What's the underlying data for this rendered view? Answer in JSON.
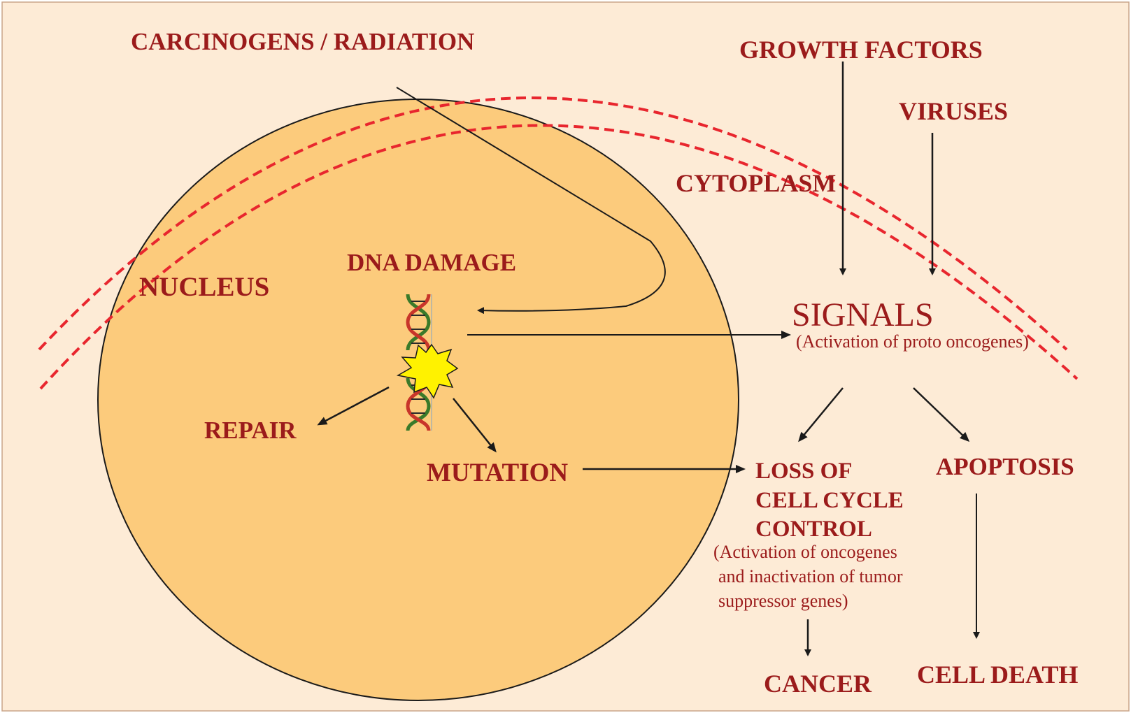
{
  "colors": {
    "background": "#fdebd6",
    "nucleus_fill": "#fccb7c",
    "text": "#9b1b1b",
    "membrane": "#e8262e",
    "arrow": "#1a1a1a",
    "burst": "#fff200"
  },
  "labels": {
    "carcinogens": "CARCINOGENS / RADIATION",
    "growth_factors": "GROWTH FACTORS",
    "viruses": "VIRUSES",
    "cytoplasm": "CYTOPLASM",
    "nucleus": "NUCLEUS",
    "dna_damage": "DNA DAMAGE",
    "signals": "SIGNALS",
    "signals_sub": "(Activation of proto oncogenes)",
    "repair": "REPAIR",
    "mutation": "MUTATION",
    "loss_line1": "LOSS OF",
    "loss_line2": "CELL CYCLE",
    "loss_line3": "CONTROL",
    "loss_sub1": "(Activation of oncogenes",
    "loss_sub2": "and inactivation of tumor",
    "loss_sub3": "suppressor genes)",
    "apoptosis": "APOPTOSIS",
    "cancer": "CANCER",
    "cell_death": "CELL DEATH"
  },
  "icons": {
    "dna": "dna-helix-icon",
    "burst": "damage-burst-icon"
  }
}
